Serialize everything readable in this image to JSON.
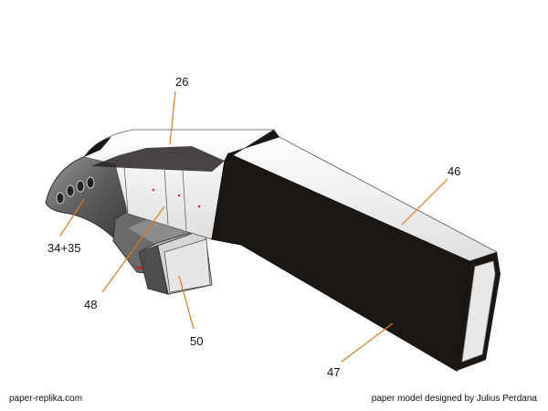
{
  "parts": [
    {
      "number": "26"
    },
    {
      "number": "46"
    },
    {
      "number": "34+35"
    },
    {
      "number": "48"
    },
    {
      "number": "50"
    },
    {
      "number": "47"
    }
  ],
  "credits": {
    "left": "paper-replika.com",
    "right": "paper model designed by Julius Perdana"
  },
  "colors": {
    "leader": "#e07b1a",
    "body_dark": "#1b1715",
    "body_light": "#f4f4f4",
    "grip_grey": "#6e6e6e"
  }
}
